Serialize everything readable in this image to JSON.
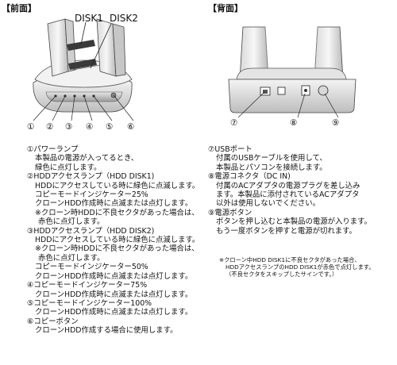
{
  "front": {
    "heading": "【前面】",
    "disk1": "DISK1",
    "disk2": "DISK2",
    "callouts": [
      "①",
      "②",
      "③",
      "④",
      "⑤",
      "⑥"
    ]
  },
  "back": {
    "heading": "【背面】",
    "callouts": [
      "⑦",
      "⑧",
      "⑨"
    ]
  },
  "left_items": [
    {
      "title": "①パワーランプ",
      "lines": [
        {
          "t": "本製品の電源が入ってるとき、",
          "c": "ind"
        },
        {
          "t": "緑色に点灯します。",
          "c": "ind"
        }
      ]
    },
    {
      "title": "②HDDアクセスランプ（HDD DISK1)",
      "lines": [
        {
          "t": "HDDにアクセスしている時に緑色に点滅します。",
          "c": "ind"
        },
        {
          "t": "コピーモードインジケーター25%",
          "c": "ind"
        },
        {
          "t": "クローンHDD作成時に点滅または点灯します。",
          "c": "ind"
        },
        {
          "t": "※クローン時HDDに不良セクタがあった場合は、",
          "c": "ind"
        },
        {
          "t": "赤色に点灯します。",
          "c": "ind2"
        }
      ]
    },
    {
      "title": "③HDDアクセスランプ（HDD DISK2)",
      "lines": [
        {
          "t": "HDDにアクセスしている時に緑色に点滅します。",
          "c": "ind"
        },
        {
          "t": "※クローン時HDDに不良セクタがあった場合は、",
          "c": "ind"
        },
        {
          "t": "赤色に点灯します。",
          "c": "ind2"
        },
        {
          "t": "コピーモードインジケーター50%",
          "c": "ind"
        },
        {
          "t": "クローンHDD作成時に点滅または点灯します。",
          "c": "ind"
        }
      ]
    },
    {
      "title": "④コピーモードインジケーター75%",
      "lines": [
        {
          "t": "クローンHDD作成時に点滅または点灯します。",
          "c": "ind"
        }
      ]
    },
    {
      "title": "⑤コピーモードインジケーター100%",
      "lines": [
        {
          "t": "クローンHDD作成時に点滅または点灯します。",
          "c": "ind"
        }
      ]
    },
    {
      "title": "⑥コピーボタン",
      "lines": [
        {
          "t": "クローンHDD作成する場合に使用します。",
          "c": "ind"
        }
      ]
    }
  ],
  "right_items": [
    {
      "title": "⑦USBポート",
      "lines": [
        {
          "t": "付属のUSBケーブルを使用して、",
          "c": "ind"
        },
        {
          "t": "本製品とパソコンを接続します。",
          "c": "ind"
        }
      ]
    },
    {
      "title": "⑧電源コネクタ（DC IN)",
      "lines": [
        {
          "t": "付属のACアダプタの電源プラグを差し込み",
          "c": "ind"
        },
        {
          "t": "ます。本製品に添付されているACアダプタ",
          "c": "ind"
        },
        {
          "t": "以外は使用しないでください。",
          "c": "ind"
        }
      ]
    },
    {
      "title": "⑨電源ボタン",
      "lines": [
        {
          "t": "ボタンを押し込むと本製品の電源が入ります。",
          "c": "ind"
        },
        {
          "t": "もう一度ボタンを押すと電源が切れます。",
          "c": "ind"
        }
      ]
    }
  ],
  "note": [
    "※クローン中HDD DISK1に不良セクタがあった場合、",
    "HDDアクセスランプのHDD DISK1が赤色で点灯します。",
    "（不良セクタをスキップしたサインです。）"
  ]
}
